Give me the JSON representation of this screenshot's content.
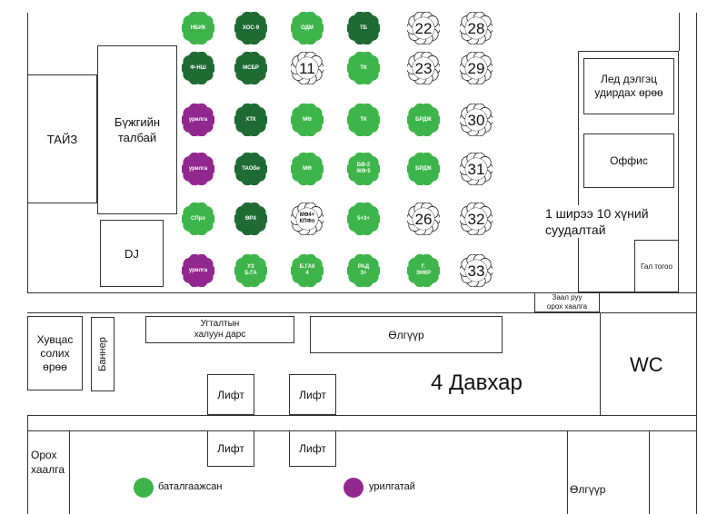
{
  "floor_label": "4 Давхар",
  "rooms": {
    "stage": "ТАЙЗ",
    "dance_floor": "Бүжгийн\nталбай",
    "dj": "DJ",
    "led_room": "Лед дэлгэц\nудирдах өрөө",
    "office": "Оффис",
    "table_note": "1 ширээ 10 хүний\nсуудалтай",
    "fire": "Гал тогоо",
    "hall_entrance": "Заал руу\nорох хаалга",
    "changing_room": "Хувцас\nсолих\nөрөө",
    "banner": "Баннер",
    "hot_drinks": "Угталтын\nхалуун дарс",
    "counter_top": "Өлгүүр",
    "wc": "WC",
    "lift1": "Лифт",
    "lift2": "Лифт",
    "lift3": "Лифт",
    "lift4": "Лифт",
    "entrance": "Орох\nхаалга",
    "counter_bottom": "Өлгүүр"
  },
  "legend": {
    "confirmed": "баталгаажсан",
    "invited": "урилгатай",
    "confirmed_color": "#3db54a",
    "invited_color": "#92278f"
  },
  "colors": {
    "confirmed": "#3db54a",
    "confirmed_dark": "#1e6b33",
    "invited": "#92278f",
    "empty": "#ffffff"
  },
  "tables": [
    {
      "label": "НБИК",
      "status": "confirmed"
    },
    {
      "label": "ХОС-9",
      "status": "confirmed_dark"
    },
    {
      "label": "ОДМ",
      "status": "confirmed"
    },
    {
      "label": "ТБ",
      "status": "confirmed_dark"
    },
    {
      "label": "22",
      "status": "empty"
    },
    {
      "label": "28",
      "status": "empty"
    },
    {
      "label": "Ф-НШ",
      "status": "confirmed_dark"
    },
    {
      "label": "МСБР",
      "status": "confirmed_dark"
    },
    {
      "label": "11",
      "status": "empty"
    },
    {
      "label": "ТК",
      "status": "confirmed"
    },
    {
      "label": "23",
      "status": "empty"
    },
    {
      "label": "29",
      "status": "empty"
    },
    {
      "label": "урилга",
      "status": "invited"
    },
    {
      "label": "ХТК",
      "status": "confirmed_dark"
    },
    {
      "label": "МӨ",
      "status": "confirmed"
    },
    {
      "label": "ТК",
      "status": "confirmed"
    },
    {
      "label": "БРДЖ",
      "status": "confirmed"
    },
    {
      "label": "30",
      "status": "empty"
    },
    {
      "label": "урилга",
      "status": "invited"
    },
    {
      "label": "ТАОби",
      "status": "confirmed_dark"
    },
    {
      "label": "МӨ",
      "status": "confirmed"
    },
    {
      "label": "БӨ-2\nЖӨ-5",
      "status": "confirmed"
    },
    {
      "label": "БРДЖ",
      "status": "confirmed"
    },
    {
      "label": "31",
      "status": "empty"
    },
    {
      "label": "СПро",
      "status": "confirmed"
    },
    {
      "label": "ӨРХ",
      "status": "confirmed_dark"
    },
    {
      "label": "МӨ4+\nКПФл",
      "status": "empty"
    },
    {
      "label": "5+3+",
      "status": "confirmed"
    },
    {
      "label": "26",
      "status": "empty"
    },
    {
      "label": "32",
      "status": "empty"
    },
    {
      "label": "урилга",
      "status": "invited"
    },
    {
      "label": "УЗ\nБ.ГА",
      "status": "confirmed"
    },
    {
      "label": "Б.ГА6\n4",
      "status": "confirmed"
    },
    {
      "label": "РАД\n3+",
      "status": "confirmed"
    },
    {
      "label": "Г.\nЭНКР",
      "status": "confirmed"
    },
    {
      "label": "33",
      "status": "empty"
    }
  ]
}
